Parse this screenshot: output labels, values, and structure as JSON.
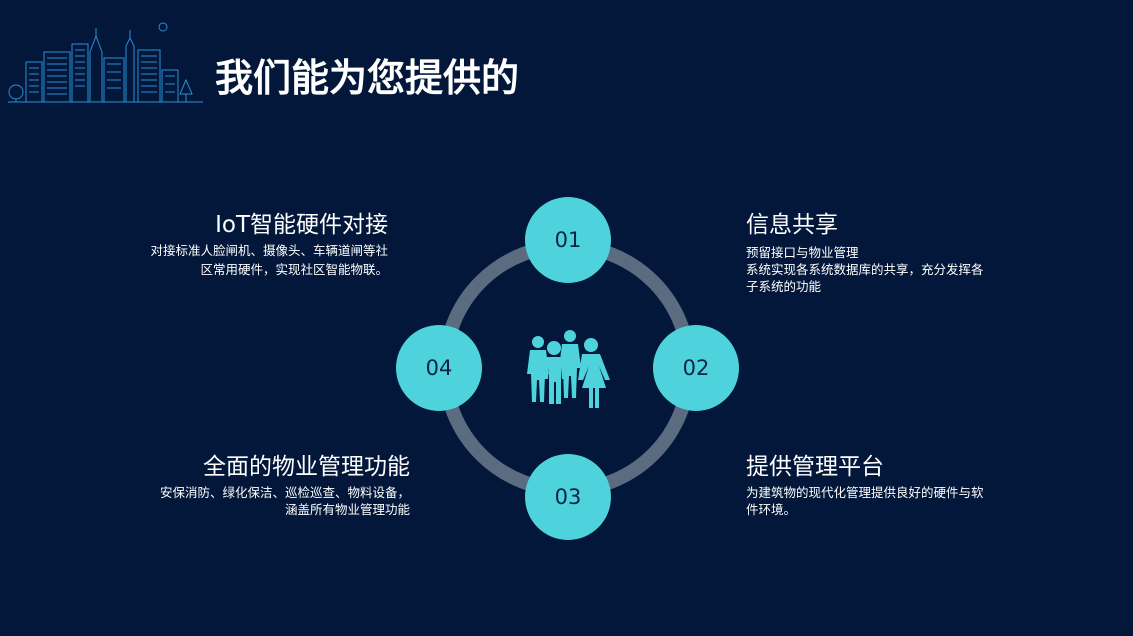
{
  "header": {
    "title": "我们能为您提供的"
  },
  "steps": [
    {
      "number": "01",
      "title": "IoT智能硬件对接",
      "lines": [
        "对接标准人脸闸机、摄像头、车辆道闸等社",
        "区常用硬件，实现社区智能物联。"
      ]
    },
    {
      "number": "02",
      "title": "信息共享",
      "lines": [
        "预留接口与物业管理",
        "系统实现各系统数据库的共享，充分发挥各",
        "子系统的功能"
      ]
    },
    {
      "number": "03",
      "title": "提供管理平台",
      "lines": [
        "为建筑物的现代化管理提供良好的硬件与软",
        "件环境。"
      ]
    },
    {
      "number": "04",
      "title": "全面的物业管理功能",
      "lines": [
        "安保消防、绿化保洁、巡检巡查、物料设备，",
        "涵盖所有物业管理功能"
      ]
    }
  ],
  "icons": {
    "header_art": "city-skyline-icon",
    "center": "people-group-icon"
  },
  "colors": {
    "background": "#021739",
    "accent": "#4ed3dc",
    "ring": "#5b6b80",
    "line_art": "#2b8fd6"
  }
}
